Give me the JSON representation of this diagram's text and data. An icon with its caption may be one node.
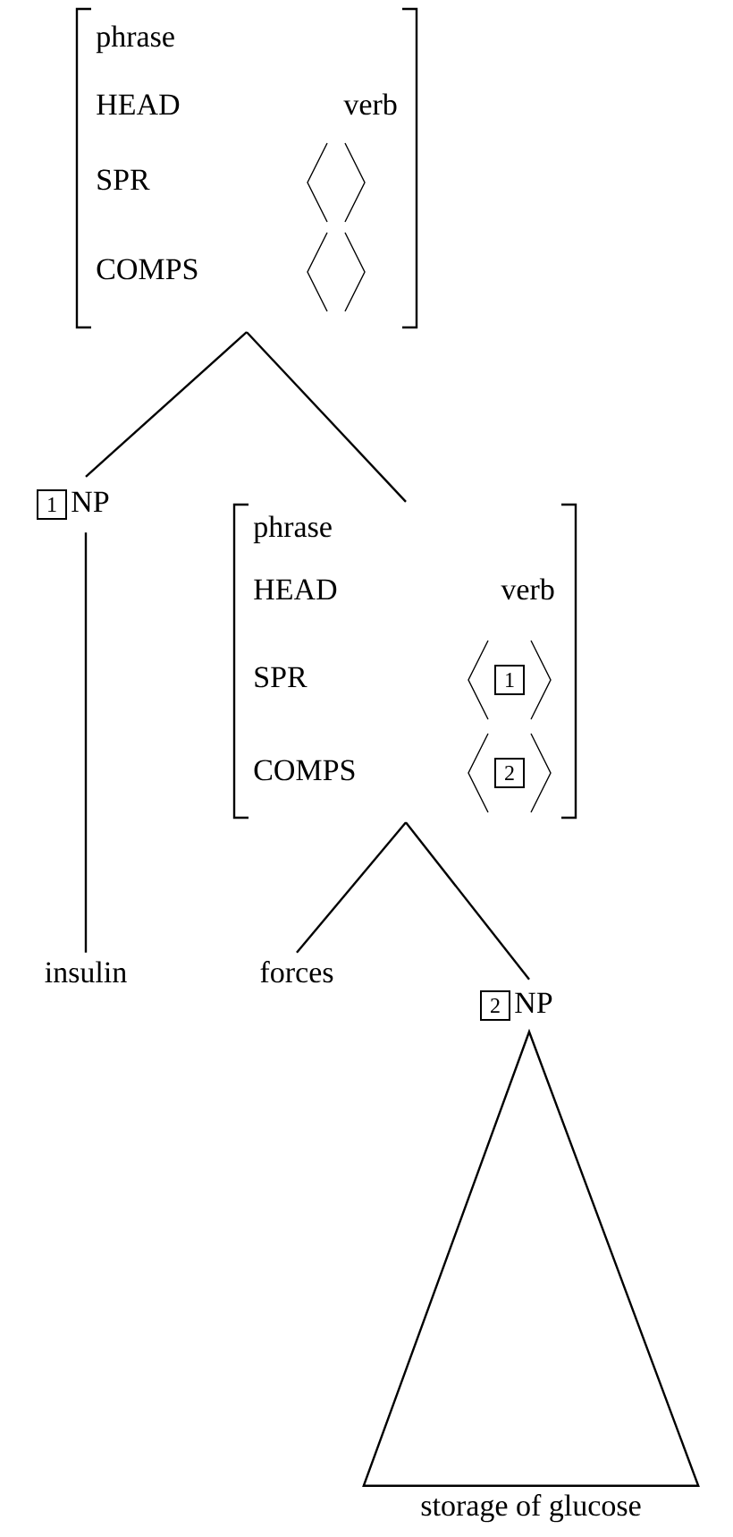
{
  "diagram": {
    "nodes": [
      {
        "text": [
          "phrase",
          "HEAD",
          "verb",
          "SPR",
          "COMPS"
        ]
      },
      {
        "text": [
          "1",
          "NP"
        ]
      },
      {
        "text": [
          "phrase",
          "HEAD",
          "verb",
          "SPR",
          "1",
          "COMPS",
          "2"
        ]
      },
      {
        "text": [
          "insulin"
        ]
      },
      {
        "text": [
          "forces"
        ]
      },
      {
        "text": [
          "2",
          "NP"
        ]
      },
      {
        "text": [
          "storage of glucose"
        ]
      }
    ],
    "edges": [
      {
        "from": 0,
        "to": 1,
        "arrow": "none"
      },
      {
        "from": 0,
        "to": 2,
        "arrow": "none"
      },
      {
        "from": 1,
        "to": 3,
        "arrow": "none"
      },
      {
        "from": 2,
        "to": 4,
        "arrow": "none"
      },
      {
        "from": 2,
        "to": 5,
        "arrow": "none"
      },
      {
        "from": 5,
        "to": 6,
        "arrow": "none"
      }
    ]
  }
}
